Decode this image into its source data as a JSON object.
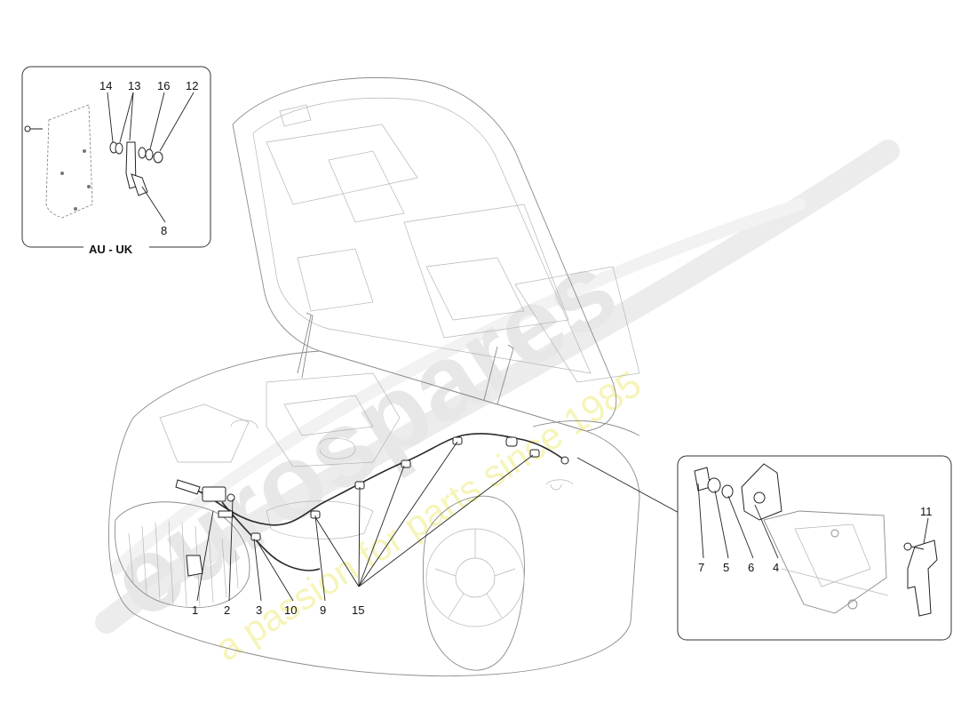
{
  "watermark": {
    "brand": "eurospares",
    "tagline": "a passion for parts since 1985"
  },
  "inset_top_left": {
    "caption": "AU - UK",
    "callouts": [
      "14",
      "13",
      "16",
      "12",
      "8"
    ]
  },
  "inset_right": {
    "callouts": [
      "7",
      "5",
      "6",
      "4",
      "11"
    ]
  },
  "main_callouts": [
    "1",
    "2",
    "3",
    "10",
    "9",
    "15"
  ]
}
